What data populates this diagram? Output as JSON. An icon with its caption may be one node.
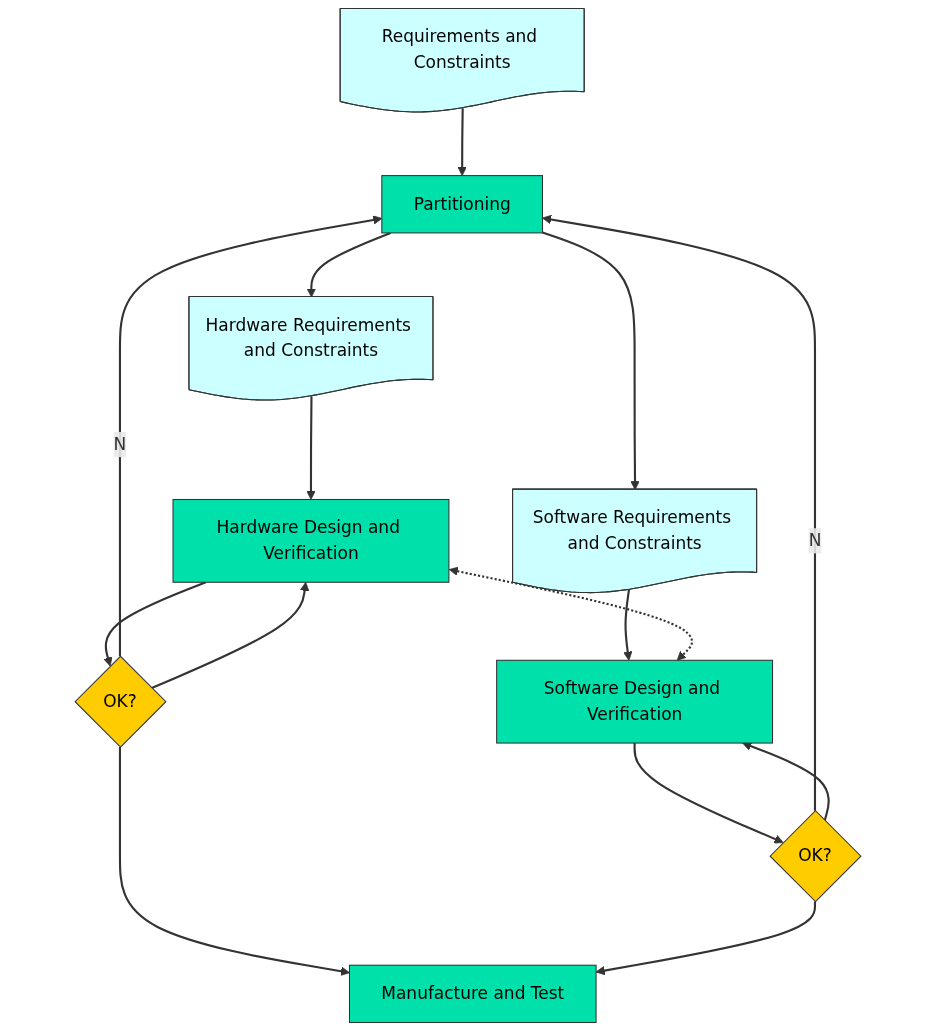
{
  "diagram": {
    "nodes": [
      {
        "text": [
          "Requirements and Constraints"
        ]
      },
      {
        "text": [
          "Partitioning"
        ]
      },
      {
        "text": [
          "Hardware Requirements and Constraints"
        ]
      },
      {
        "text": [
          "Software Requirements and Constraints"
        ]
      },
      {
        "text": [
          "Hardware Design and Verification"
        ]
      },
      {
        "text": [
          "Software Design and Verification"
        ]
      },
      {
        "text": [
          "OK?"
        ]
      },
      {
        "text": [
          "OK?"
        ]
      },
      {
        "text": [
          "Manufacture and Test"
        ]
      }
    ],
    "edges": [
      {
        "from": 0,
        "to": 1,
        "arrow": "to"
      },
      {
        "from": 1,
        "to": 2,
        "arrow": "to"
      },
      {
        "from": 1,
        "to": 3,
        "arrow": "to"
      },
      {
        "from": 2,
        "to": 4,
        "arrow": "to"
      },
      {
        "from": 3,
        "to": 5,
        "arrow": "to"
      },
      {
        "from": 4,
        "to": 5,
        "arrow": "both",
        "style": "dashed"
      },
      {
        "from": 4,
        "to": 6,
        "arrow": "to"
      },
      {
        "from": 5,
        "to": 7,
        "arrow": "to"
      },
      {
        "from": 6,
        "to": 1,
        "arrow": "to",
        "label": "N"
      },
      {
        "from": 6,
        "to": 4,
        "arrow": "to"
      },
      {
        "from": 7,
        "to": 1,
        "arrow": "to",
        "label": "N"
      },
      {
        "from": 7,
        "to": 5,
        "arrow": "to"
      },
      {
        "from": 6,
        "to": 8,
        "arrow": "to"
      },
      {
        "from": 7,
        "to": 8,
        "arrow": "to"
      }
    ]
  }
}
